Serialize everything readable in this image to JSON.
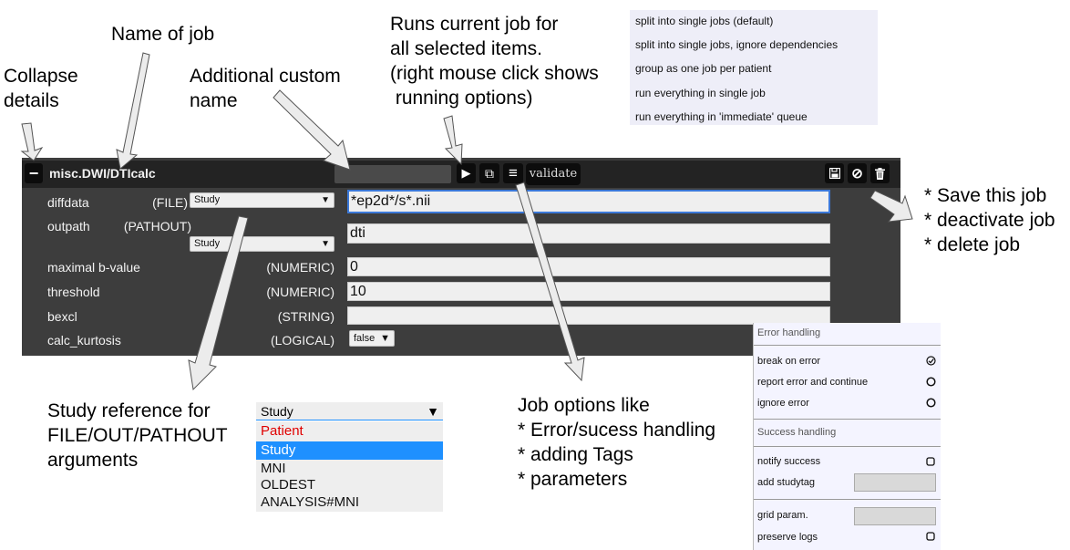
{
  "annotations": {
    "collapse_details": [
      "Collapse",
      "details"
    ],
    "name_of_job": "Name of job",
    "custom_name": [
      "Additional custom",
      "name"
    ],
    "runs_current_job": [
      "Runs current job for",
      "all selected items.",
      "(right mouse click shows",
      " running options)"
    ],
    "save_deactivate_delete": [
      "* Save this job",
      "* deactivate job",
      "* delete job"
    ],
    "study_reference": [
      "Study reference for",
      "FILE/OUT/PATHOUT",
      "arguments"
    ],
    "job_options": [
      "Job options like",
      "* Error/sucess handling",
      "* adding Tags",
      "* parameters"
    ]
  },
  "run_menu": {
    "items": [
      "split into single jobs (default)",
      "split into single jobs, ignore dependencies",
      "group as one job per patient",
      "run everything in single job",
      "run everything in 'immediate' queue"
    ]
  },
  "job": {
    "collapse_label": "−",
    "title": "misc.DWI/DTIcalc",
    "custom_name_value": "",
    "run_icon": "▶",
    "copy_icon": "⧉",
    "menu_icon": "≡",
    "validate_label": "validate",
    "save_icon": "floppy-icon",
    "deactivate_icon": "⊘",
    "delete_icon": "trash-icon",
    "params": [
      {
        "name": "diffdata",
        "type": "(FILE)",
        "study": "Study",
        "value": "*ep2d*/s*.nii"
      },
      {
        "name": "outpath",
        "type": "(PATHOUT)",
        "study": "Study",
        "value": "dti"
      },
      {
        "name": "maximal b-value",
        "type": "(NUMERIC)",
        "value": "0"
      },
      {
        "name": "threshold",
        "type": "(NUMERIC)",
        "value": "10"
      },
      {
        "name": "bexcl",
        "type": "(STRING)",
        "value": ""
      },
      {
        "name": "calc_kurtosis",
        "type": "(LOGICAL)",
        "value": "false"
      }
    ]
  },
  "study_select": {
    "selected": "Study",
    "options": [
      "Patient",
      "Study",
      "MNI",
      "OLDEST",
      "ANALYSIS#MNI"
    ]
  },
  "error_panel": {
    "error_heading": "Error handling",
    "break_on_error": "break on error",
    "report_error": "report error and continue",
    "ignore_error": "ignore error",
    "success_heading": "Success handling",
    "notify_success": "notify success",
    "add_studytag": "add studytag",
    "grid_param": "grid param.",
    "preserve_logs": "preserve logs"
  },
  "colors": {
    "panel": "#3d3d3d",
    "header": "#232323",
    "highlight": "#1e90ff",
    "patient_red": "#e00000"
  }
}
